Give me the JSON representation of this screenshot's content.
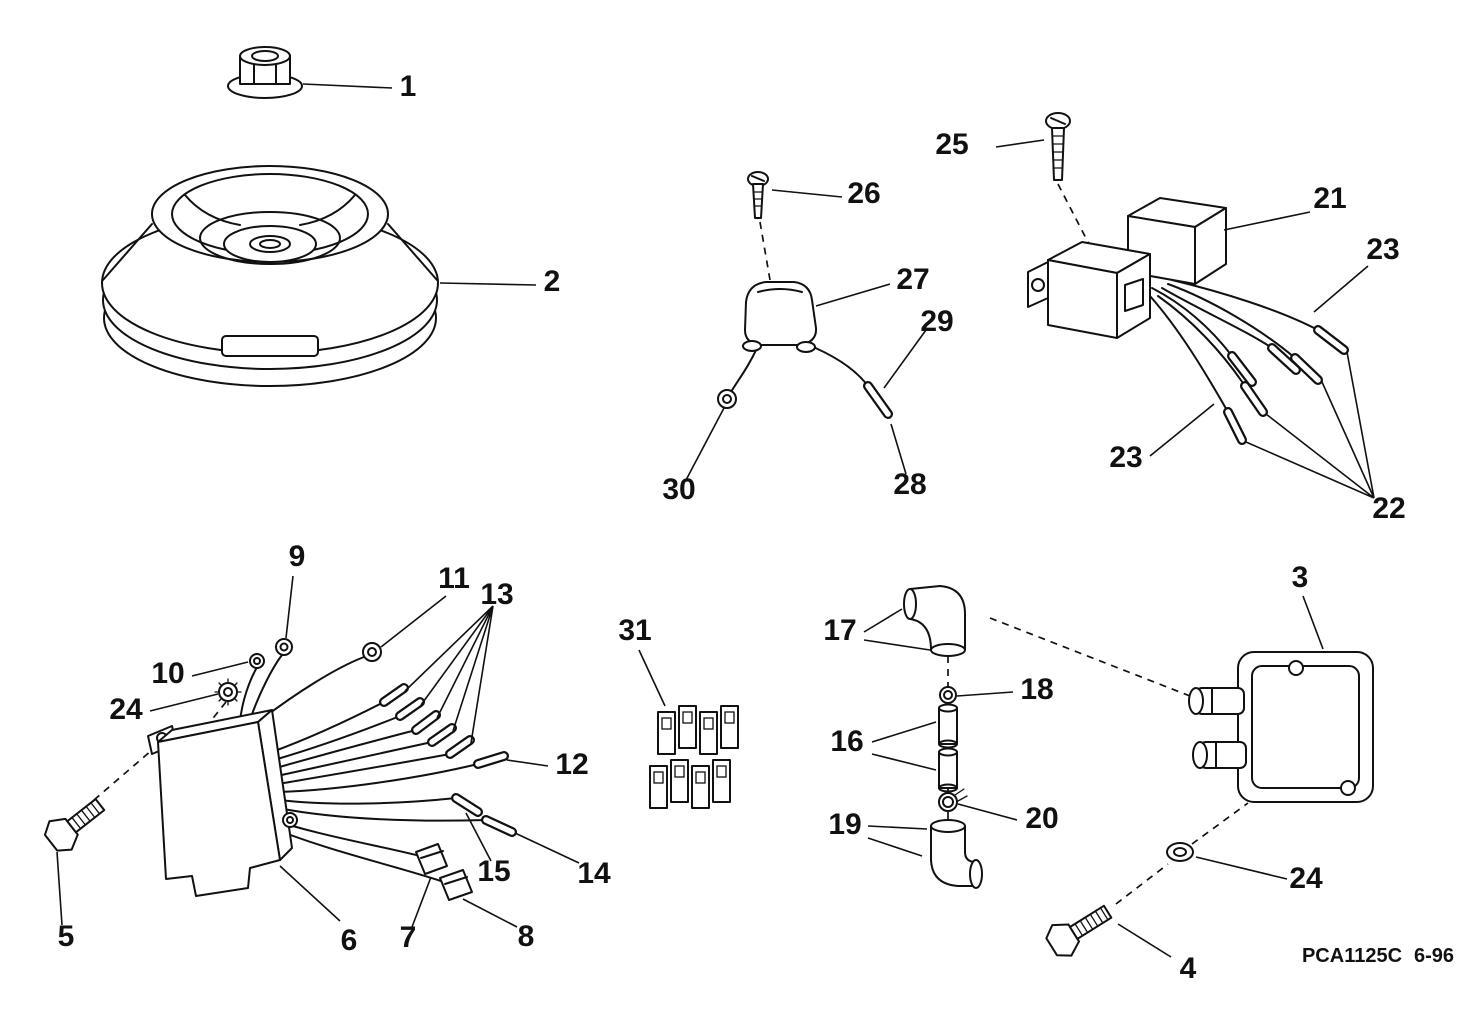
{
  "figure": {
    "footer": {
      "code": "PCA1125C",
      "revision": "6-96"
    },
    "colors": {
      "line": "#111111",
      "background": "#ffffff"
    }
  },
  "callouts": [
    {
      "label": "1"
    },
    {
      "label": "2"
    },
    {
      "label": "25"
    },
    {
      "label": "26"
    },
    {
      "label": "27"
    },
    {
      "label": "29"
    },
    {
      "label": "21"
    },
    {
      "label": "23"
    },
    {
      "label": "30"
    },
    {
      "label": "28"
    },
    {
      "label": "23"
    },
    {
      "label": "22"
    },
    {
      "label": "9"
    },
    {
      "label": "11"
    },
    {
      "label": "13"
    },
    {
      "label": "31"
    },
    {
      "label": "17"
    },
    {
      "label": "3"
    },
    {
      "label": "10"
    },
    {
      "label": "18"
    },
    {
      "label": "24"
    },
    {
      "label": "16"
    },
    {
      "label": "12"
    },
    {
      "label": "20"
    },
    {
      "label": "19"
    },
    {
      "label": "15"
    },
    {
      "label": "14"
    },
    {
      "label": "24"
    },
    {
      "label": "5"
    },
    {
      "label": "6"
    },
    {
      "label": "7"
    },
    {
      "label": "8"
    },
    {
      "label": "4"
    }
  ]
}
